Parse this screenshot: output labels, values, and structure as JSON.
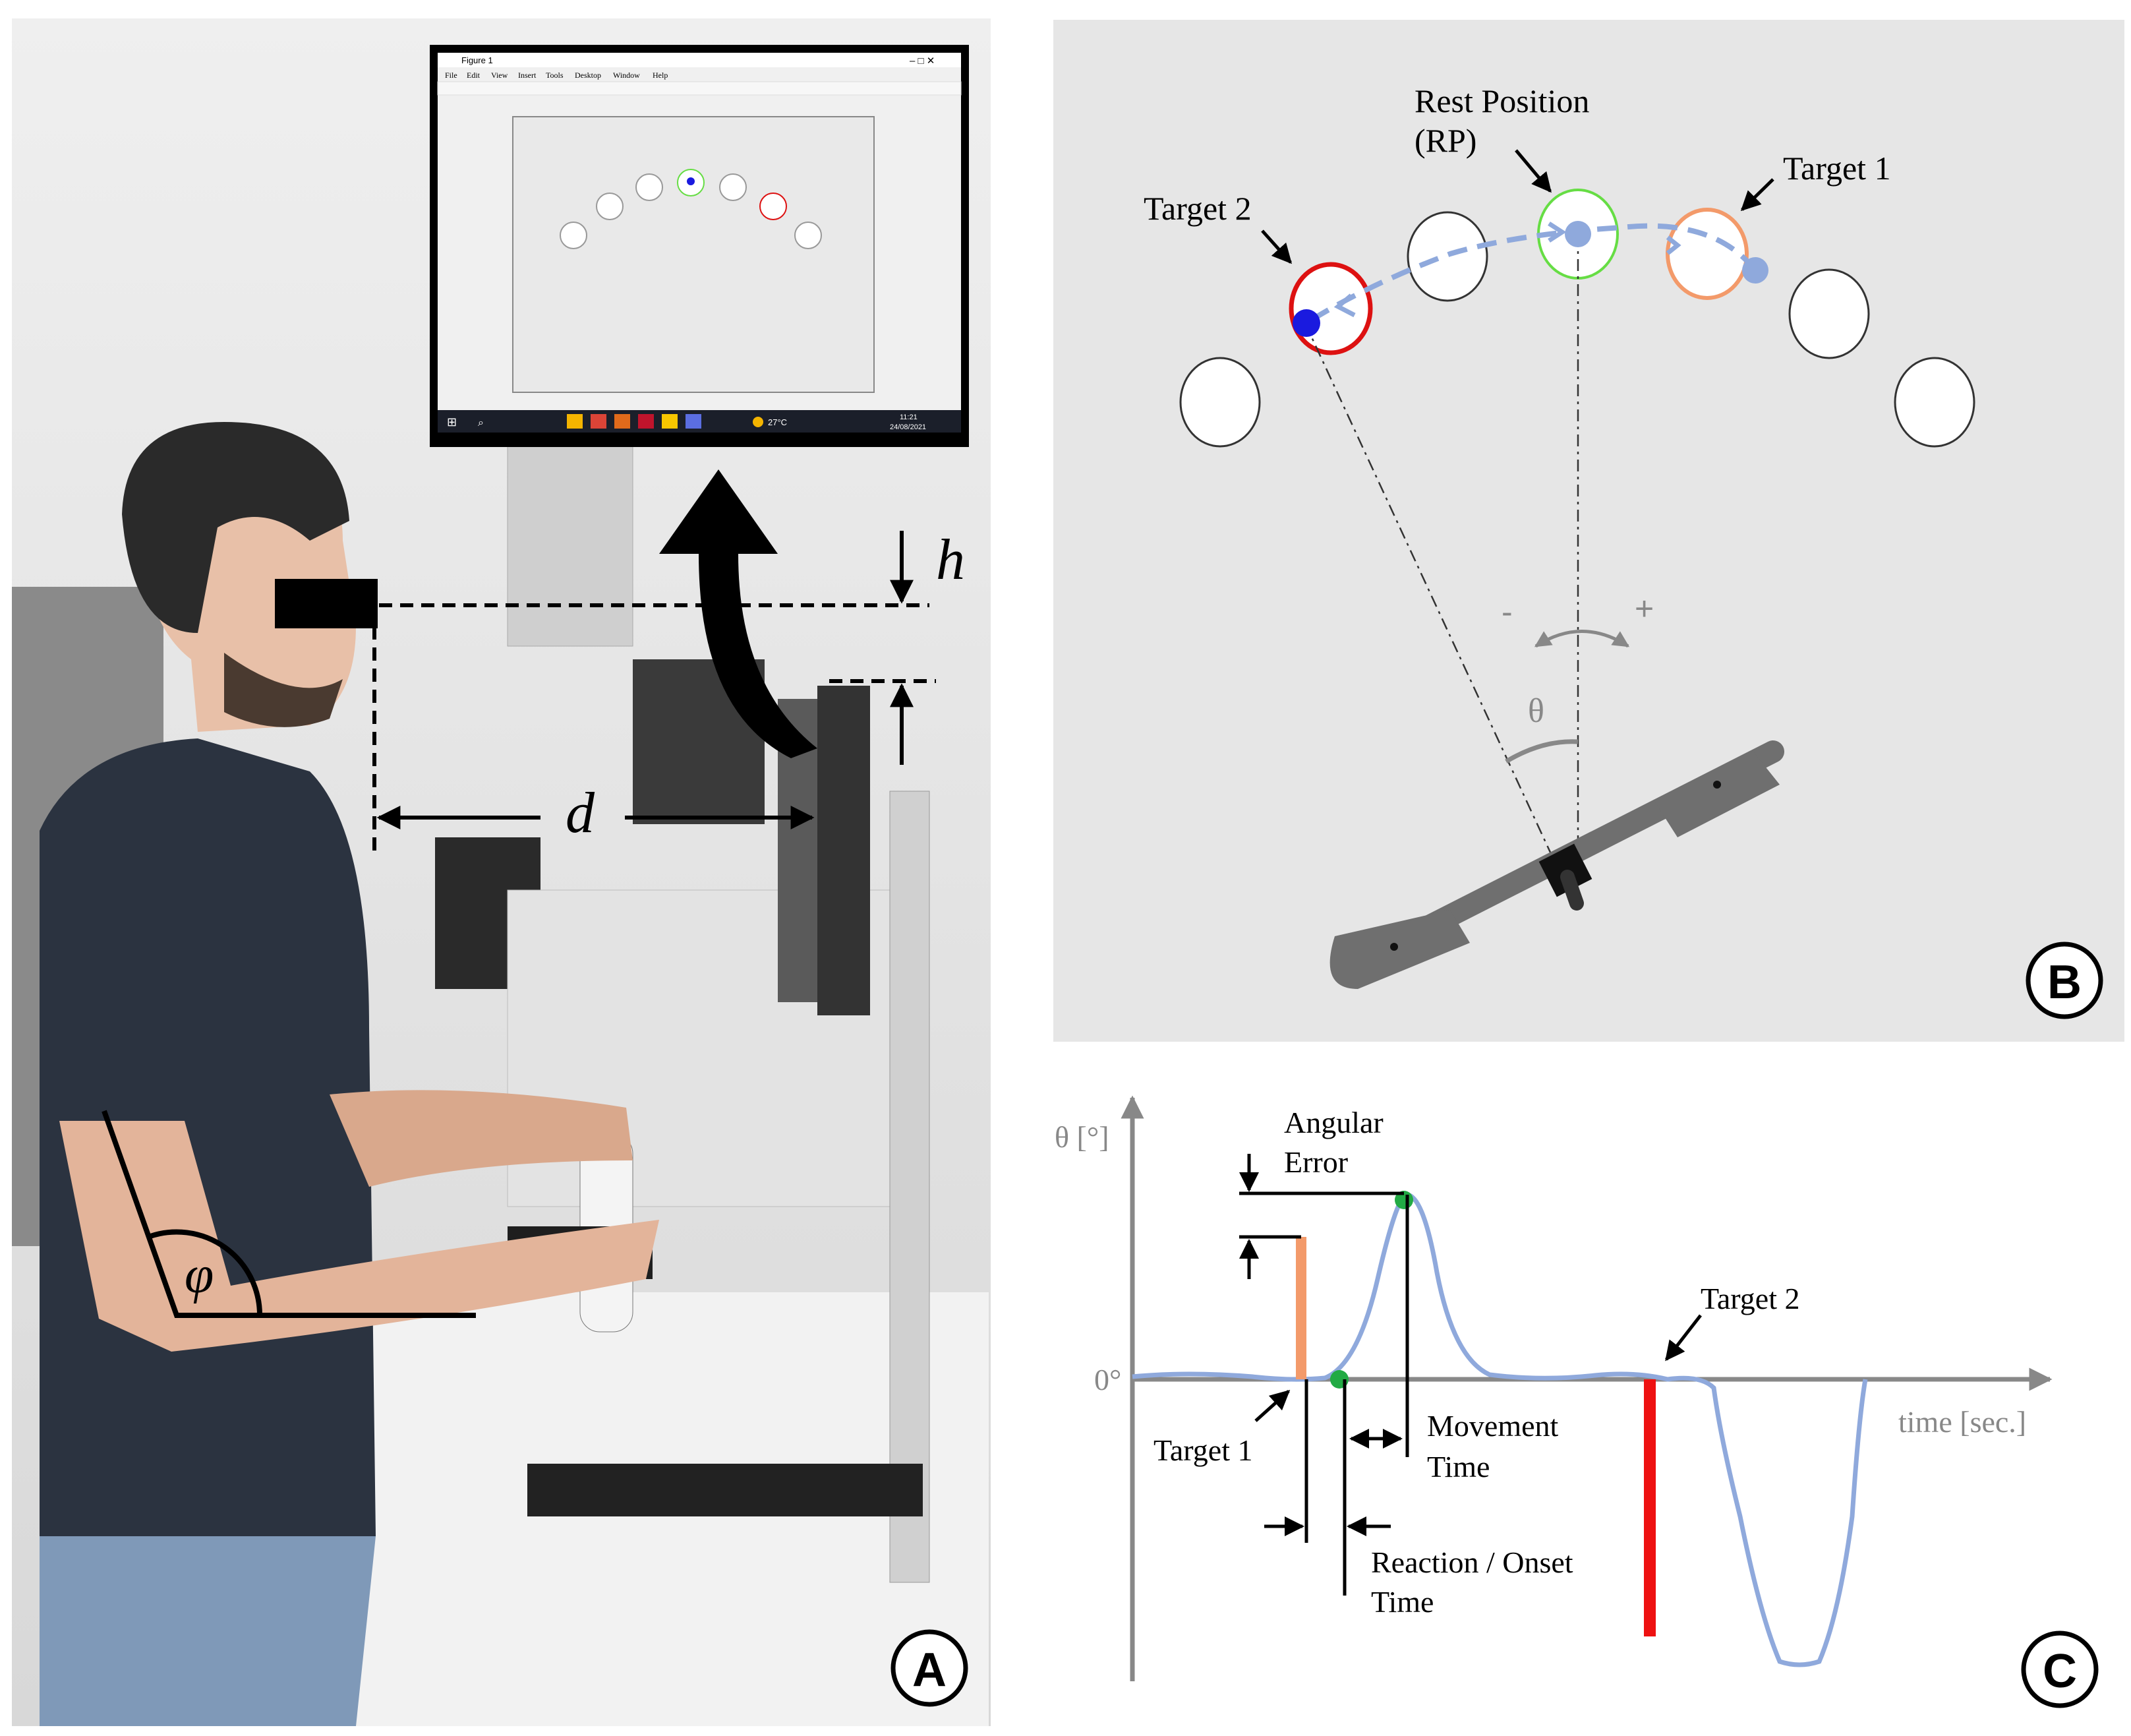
{
  "panels": {
    "a": {
      "badge": "A",
      "labels": {
        "h": "h",
        "d": "d",
        "phi": "φ"
      },
      "monitor": {
        "window_title": "Figure 1",
        "menu": [
          "File",
          "Edit",
          "View",
          "Insert",
          "Tools",
          "Desktop",
          "Window",
          "Help"
        ],
        "taskbar": {
          "weather": "27°C",
          "time": "11:21",
          "date": "24/08/2021"
        }
      }
    },
    "b": {
      "badge": "B",
      "labels": {
        "rest_line1": "Rest Position",
        "rest_line2": "(RP)",
        "target1": "Target 1",
        "target2": "Target 2",
        "minus": "-",
        "plus": "+",
        "theta": "θ"
      },
      "colors": {
        "background": "#e6e6e6",
        "rest_ring": "#66dd44",
        "target1_ring": "#f39a6a",
        "target2_ring": "#dd1111",
        "trajectory": "#8fa9dc",
        "cursor": "#1a1adf"
      }
    },
    "c": {
      "badge": "C",
      "labels": {
        "yaxis": "θ [°]",
        "zero": "0°",
        "xaxis": "time [sec.]",
        "angular_error_1": "Angular",
        "angular_error_2": "Error",
        "movement_time_1": "Movement",
        "movement_time_2": "Time",
        "reaction_time_1": "Reaction / Onset",
        "reaction_time_2": "Time",
        "target1": "Target 1",
        "target2": "Target 2"
      },
      "colors": {
        "trace": "#8fa9dc",
        "target1_bar": "#f39a6a",
        "target2_bar": "#ee1111",
        "markers": "#22aa44",
        "axis": "#888888"
      }
    }
  }
}
